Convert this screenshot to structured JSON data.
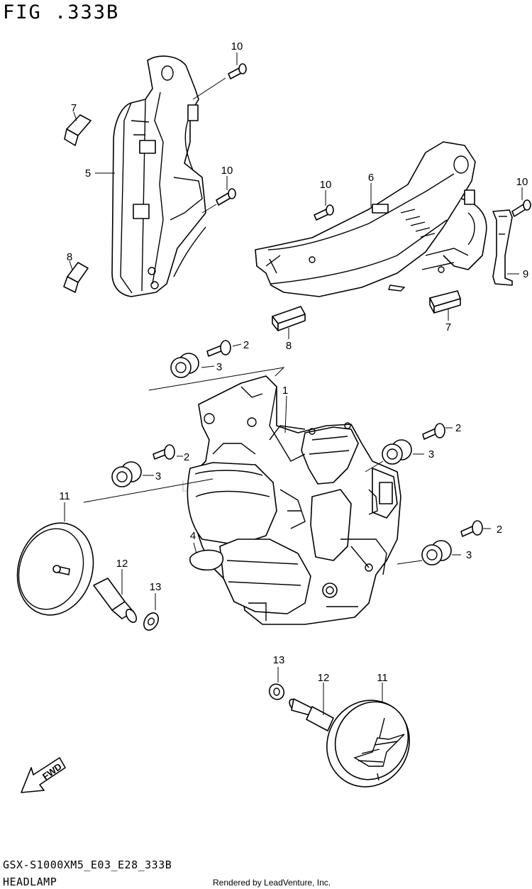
{
  "figure": {
    "title": "FIG .333B",
    "code": "GSX-S1000XM5_E03_E28_333B",
    "name": "HEADLAMP",
    "rendered_by": "Rendered by LeadVenture, Inc.",
    "watermark": "LEADVENTURE",
    "fwd_label": "FWD"
  },
  "callouts": [
    {
      "id": "c10a",
      "label": "10"
    },
    {
      "id": "c7a",
      "label": "7"
    },
    {
      "id": "c5",
      "label": "5"
    },
    {
      "id": "c10b",
      "label": "10"
    },
    {
      "id": "c8a",
      "label": "8"
    },
    {
      "id": "c10c",
      "label": "10"
    },
    {
      "id": "c6",
      "label": "6"
    },
    {
      "id": "c10d",
      "label": "10"
    },
    {
      "id": "c9",
      "label": "9"
    },
    {
      "id": "c7b",
      "label": "7"
    },
    {
      "id": "c8b",
      "label": "8"
    },
    {
      "id": "c2a",
      "label": "2"
    },
    {
      "id": "c3a",
      "label": "3"
    },
    {
      "id": "c1",
      "label": "1"
    },
    {
      "id": "c2b",
      "label": "2"
    },
    {
      "id": "c3b",
      "label": "3"
    },
    {
      "id": "c2c",
      "label": "2"
    },
    {
      "id": "c3c",
      "label": "3"
    },
    {
      "id": "c11a",
      "label": "11"
    },
    {
      "id": "c4",
      "label": "4"
    },
    {
      "id": "c2d",
      "label": "2"
    },
    {
      "id": "c3d",
      "label": "3"
    },
    {
      "id": "c12a",
      "label": "12"
    },
    {
      "id": "c13a",
      "label": "13"
    },
    {
      "id": "c13b",
      "label": "13"
    },
    {
      "id": "c12b",
      "label": "12"
    },
    {
      "id": "c11b",
      "label": "11"
    }
  ]
}
